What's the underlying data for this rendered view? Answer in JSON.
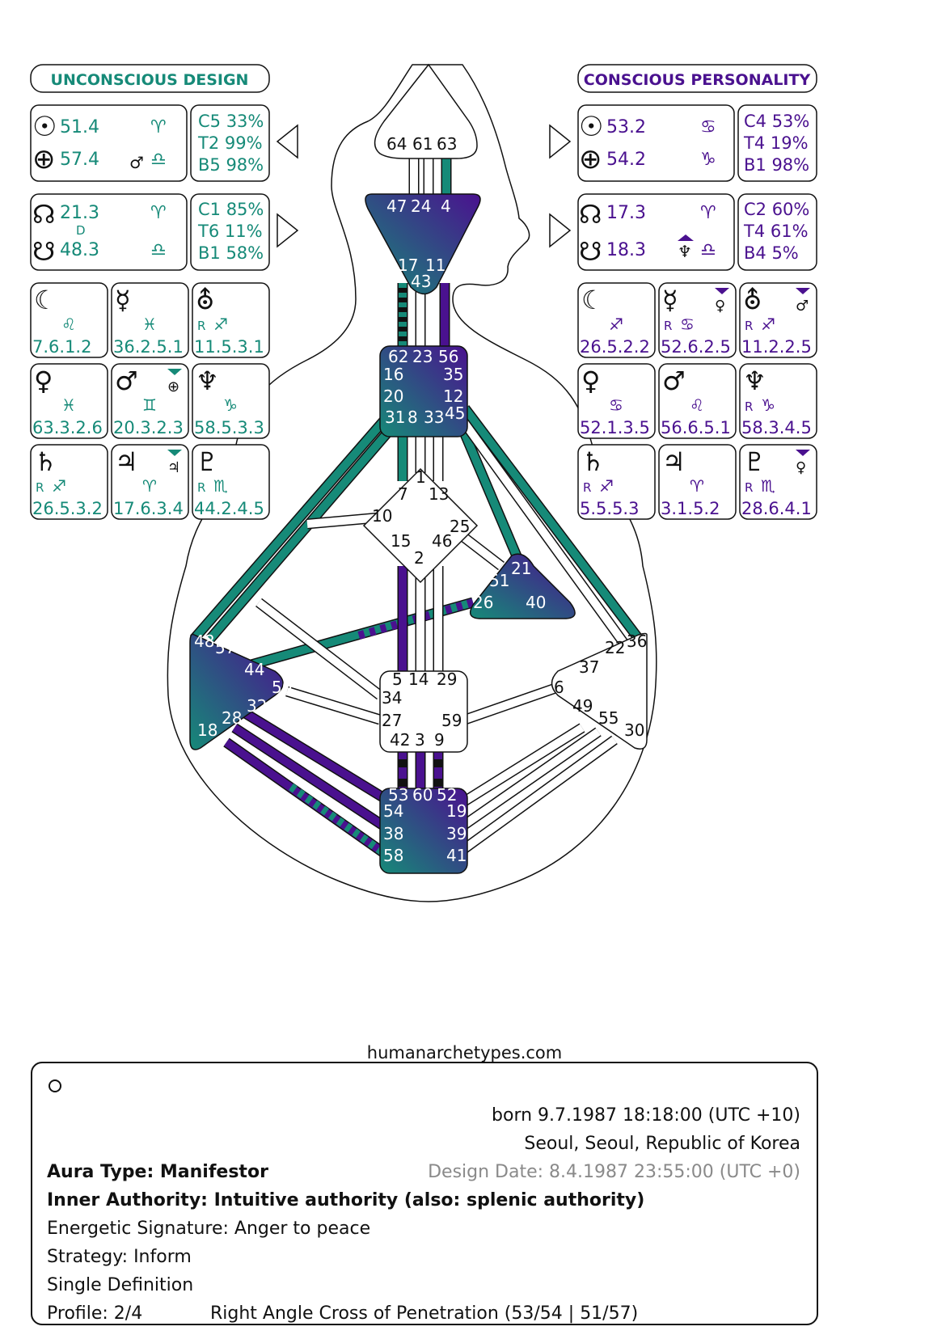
{
  "colors": {
    "design": "#168a78",
    "personality": "#4a118f",
    "outline": "#111111",
    "muted": "#8a8a8a"
  },
  "headers": {
    "design": "UNCONSCIOUS DESIGN",
    "personality": "CONSCIOUS PERSONALITY"
  },
  "design": {
    "sun": {
      "symbol": "☉",
      "value": "51.4",
      "sign": "♈"
    },
    "earth": {
      "symbol": "⊕",
      "value": "57.4",
      "sign": "♎",
      "marker": "♂"
    },
    "sun_stats": [
      "C5 33%",
      "T2 99%",
      "B5 98%"
    ],
    "north_node": {
      "symbol": "☊",
      "value": "21.3",
      "sign": "♈",
      "sub": "D"
    },
    "south_node": {
      "symbol": "☋",
      "value": "48.3",
      "sign": "♎"
    },
    "node_stats": [
      "C1 85%",
      "T6 11%",
      "B1 58%"
    ],
    "planets": [
      {
        "symbol": "☾",
        "sign": "♌",
        "value": "7.6.1.2",
        "r": ""
      },
      {
        "symbol": "☿",
        "sign": "♓",
        "value": "36.2.5.1",
        "r": ""
      },
      {
        "symbol": "⛢",
        "sign": "♐",
        "value": "11.5.3.1",
        "r": "R"
      },
      {
        "symbol": "♀",
        "sign": "♓",
        "value": "63.3.2.6",
        "r": ""
      },
      {
        "symbol": "♂",
        "sign": "♊",
        "value": "20.3.2.3",
        "r": "",
        "marker": "⊕"
      },
      {
        "symbol": "♆",
        "sign": "♑",
        "value": "58.5.3.3",
        "r": ""
      },
      {
        "symbol": "♄",
        "sign": "♐",
        "value": "26.5.3.2",
        "r": "R"
      },
      {
        "symbol": "♃",
        "sign": "♈",
        "value": "17.6.3.4",
        "r": "",
        "marker": "♃"
      },
      {
        "symbol": "♇",
        "sign": "♏",
        "value": "44.2.4.5",
        "r": "R"
      }
    ]
  },
  "personality": {
    "sun": {
      "symbol": "☉",
      "value": "53.2",
      "sign": "♋"
    },
    "earth": {
      "symbol": "⊕",
      "value": "54.2",
      "sign": "♑"
    },
    "sun_stats": [
      "C4 53%",
      "T4 19%",
      "B1 98%"
    ],
    "north_node": {
      "symbol": "☊",
      "value": "17.3",
      "sign": "♈"
    },
    "south_node": {
      "symbol": "☋",
      "value": "18.3",
      "sign": "♎",
      "marker": "♆"
    },
    "node_stats": [
      "C2 60%",
      "T4 61%",
      "B4 5%"
    ],
    "planets": [
      {
        "symbol": "☾",
        "sign": "♐",
        "value": "26.5.2.2",
        "r": ""
      },
      {
        "symbol": "☿",
        "sign": "♋",
        "value": "52.6.2.5",
        "r": "R",
        "marker": "♀"
      },
      {
        "symbol": "⛢",
        "sign": "♐",
        "value": "11.2.2.5",
        "r": "R",
        "marker": "♂"
      },
      {
        "symbol": "♀",
        "sign": "♋",
        "value": "52.1.3.5",
        "r": ""
      },
      {
        "symbol": "♂",
        "sign": "♌",
        "value": "56.6.5.1",
        "r": ""
      },
      {
        "symbol": "♆",
        "sign": "♑",
        "value": "58.3.4.5",
        "r": "R"
      },
      {
        "symbol": "♄",
        "sign": "♐",
        "value": "5.5.5.3",
        "r": "R"
      },
      {
        "symbol": "♃",
        "sign": "♈",
        "value": "3.1.5.2",
        "r": ""
      },
      {
        "symbol": "♇",
        "sign": "♏",
        "value": "28.6.4.1",
        "r": "R",
        "marker": "♀"
      }
    ]
  },
  "gates": {
    "head": [
      "64",
      "61",
      "63"
    ],
    "ajna": [
      "47",
      "24",
      "4",
      "17",
      "11",
      "43"
    ],
    "throat": [
      "62",
      "23",
      "56",
      "16",
      "35",
      "20",
      "12",
      "31",
      "8",
      "33",
      "45"
    ],
    "g": [
      "1",
      "7",
      "13",
      "10",
      "25",
      "15",
      "46",
      "2"
    ],
    "ego": [
      "21",
      "51",
      "26",
      "40"
    ],
    "spleen": [
      "48",
      "57",
      "44",
      "50",
      "32",
      "28",
      "18"
    ],
    "sacral": [
      "5",
      "14",
      "29",
      "34",
      "27",
      "59",
      "42",
      "3",
      "9"
    ],
    "solar_plexus": [
      "36",
      "22",
      "37",
      "6",
      "49",
      "55",
      "30"
    ],
    "root": [
      "53",
      "60",
      "52",
      "54",
      "19",
      "38",
      "39",
      "58",
      "41"
    ]
  },
  "footer": {
    "site": "humanarchetypes.com",
    "born": "born 9.7.1987 18:18:00 (UTC +10)",
    "place": "Seoul, Seoul, Republic of Korea",
    "design_date": "Design Date: 8.4.1987 23:55:00 (UTC +0)",
    "aura": "Aura Type: Manifestor",
    "authority": "Inner Authority: Intuitive authority (also: splenic authority)",
    "signature": "Energetic Signature: Anger to peace",
    "strategy": "Strategy: Inform",
    "definition": "Single Definition",
    "profile": "Profile: 2/4",
    "cross": "Right Angle Cross of Penetration (53/54 | 51/57)"
  }
}
